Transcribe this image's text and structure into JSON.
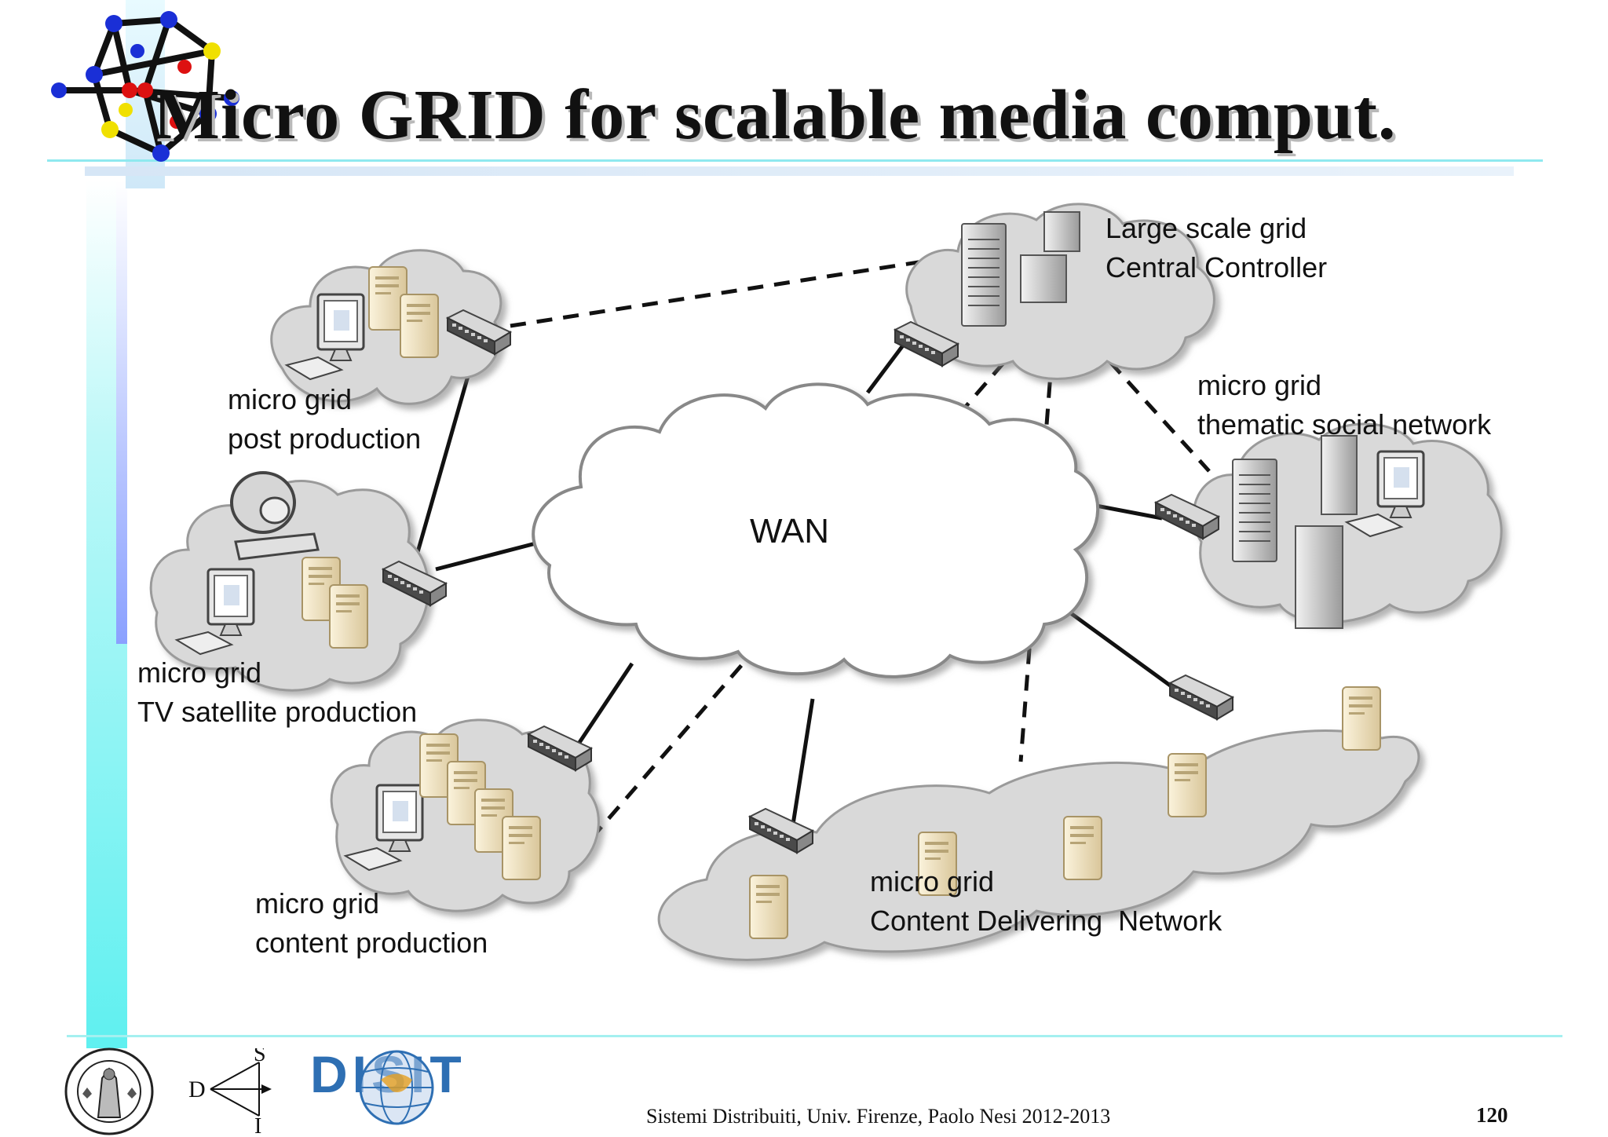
{
  "slide": {
    "title": "Micro GRID for scalable media comput.",
    "footer": "Sistemi Distribuiti, Univ. Firenze, Paolo Nesi 2012-2013",
    "page_number": "120"
  },
  "diagram": {
    "center": "WAN",
    "nodes": [
      {
        "id": "central",
        "lines": [
          "Large scale grid",
          "Central Controller"
        ]
      },
      {
        "id": "post",
        "lines": [
          "micro grid",
          "post production"
        ]
      },
      {
        "id": "tv",
        "lines": [
          "micro grid",
          "TV satellite production"
        ]
      },
      {
        "id": "content",
        "lines": [
          "micro grid",
          "content production"
        ]
      },
      {
        "id": "social",
        "lines": [
          "micro grid",
          "thematic social network"
        ]
      },
      {
        "id": "cdn",
        "lines": [
          "micro grid",
          "Content Delivering  Network"
        ]
      }
    ]
  },
  "logos": {
    "dsi": {
      "d": "D",
      "s": "S",
      "i": "I"
    },
    "disit": "DISIT"
  },
  "colors": {
    "accent_bar": "#5ff0f0",
    "accent_bar_dark": "#8aa0ff",
    "cloud_fill": "#d9d9d9",
    "server_fill": "#efe2bf"
  },
  "icons": [
    "molecule-logo",
    "university-seal",
    "dsi-logo",
    "disit-logo",
    "server-icon",
    "computer-icon",
    "switch-icon",
    "satellite-dish-icon"
  ]
}
